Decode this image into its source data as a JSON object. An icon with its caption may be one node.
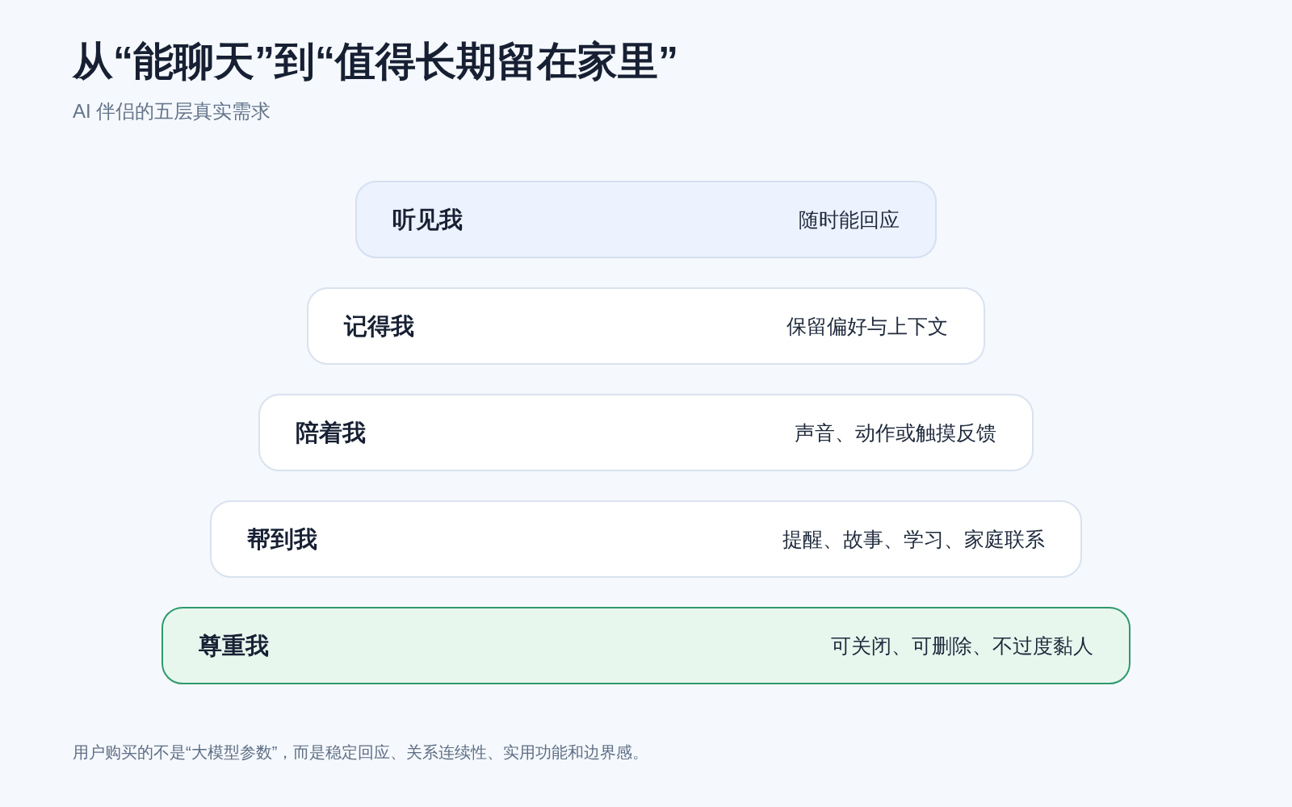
{
  "diagram": {
    "title": "从“能聊天”到“值得长期留在家里”",
    "labels": [
      "AI 伴侣的五层真实需求"
    ],
    "nodes": [
      {
        "text": [
          "听见我",
          "随时能回应"
        ]
      },
      {
        "text": [
          "记得我",
          "保留偏好与上下文"
        ]
      },
      {
        "text": [
          "陪着我",
          "声音、动作或触摸反馈"
        ]
      },
      {
        "text": [
          "帮到我",
          "提醒、故事、学习、家庭联系"
        ]
      },
      {
        "text": [
          "尊重我",
          "可关闭、可删除、不过度黏人"
        ]
      }
    ],
    "caption": "用户购买的不是“大模型参数”，而是稳定回应、关系连续性、实用功能和边界感。"
  }
}
